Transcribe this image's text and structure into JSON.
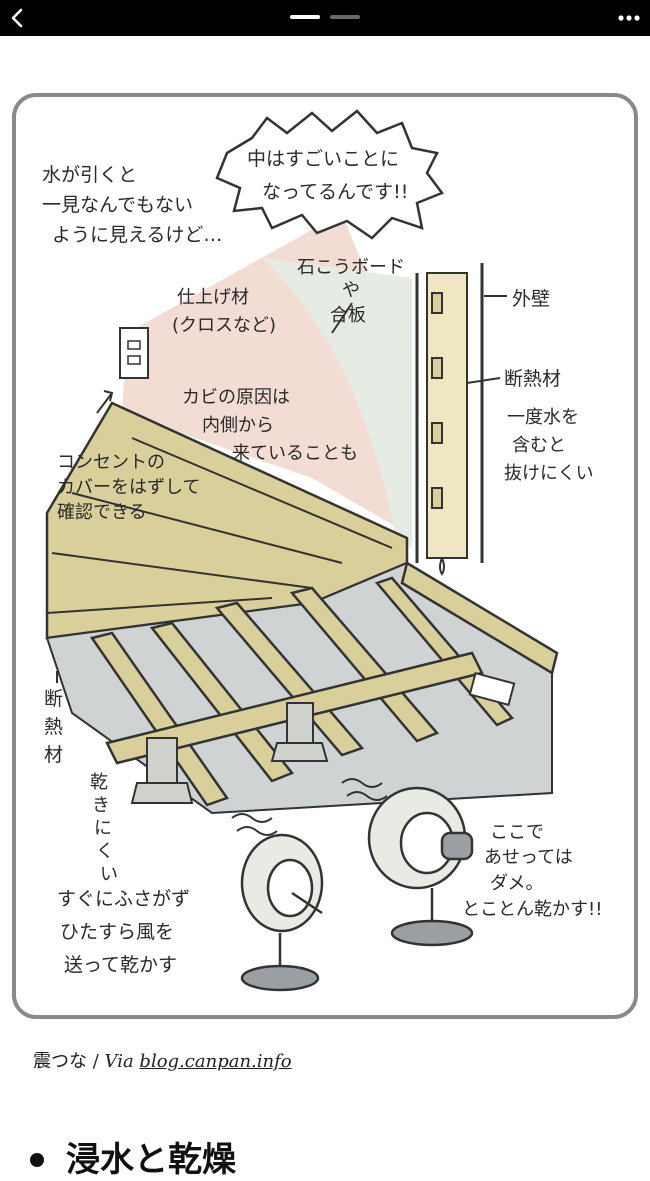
{
  "nav": {
    "back_icon": "chevron-left-icon",
    "more_icon": "more-horizontal-icon",
    "pages": 2,
    "active_page": 1
  },
  "illustration": {
    "bubble_left": [
      "水が引くと",
      "一見なんでもない",
      "ように見えるけど…"
    ],
    "bubble_right": [
      "中はすごいことに",
      "なってるんです!!"
    ],
    "label_board": [
      "石こうボード",
      "や",
      "合板"
    ],
    "label_outer_wall": "外壁",
    "label_finish": [
      "仕上げ材",
      "(クロスなど)"
    ],
    "label_mold": [
      "カビの原因は",
      "内側から",
      "来ていることも"
    ],
    "label_insulation_wall": "断熱材",
    "label_water_note": [
      "一度水を",
      "含むと",
      "抜けにくい"
    ],
    "label_outlet": [
      "コンセントの",
      "カバーをはずして",
      "確認できる"
    ],
    "label_insulation_floor": [
      "断",
      "熱",
      "材"
    ],
    "label_hard_dry": [
      "乾",
      "き",
      "に",
      "く",
      "い"
    ],
    "label_right_note": [
      "ここで",
      "あせっては",
      "ダメ。",
      "とことん乾かす!!"
    ],
    "label_bottom_note": [
      "すぐにふさがず",
      "ひたすら風を",
      "送って乾かす"
    ]
  },
  "caption": {
    "text": "震つな / ",
    "via": "Via ",
    "link": "blog.canpan.info"
  },
  "section": {
    "heading": "浸水と乾燥"
  },
  "colors": {
    "topbar": "#000000",
    "frame": "#8a8a8a",
    "wood": "#d8cf9a",
    "wall_pink": "#f3dcd4",
    "floor_gray": "#cfd3d4"
  }
}
